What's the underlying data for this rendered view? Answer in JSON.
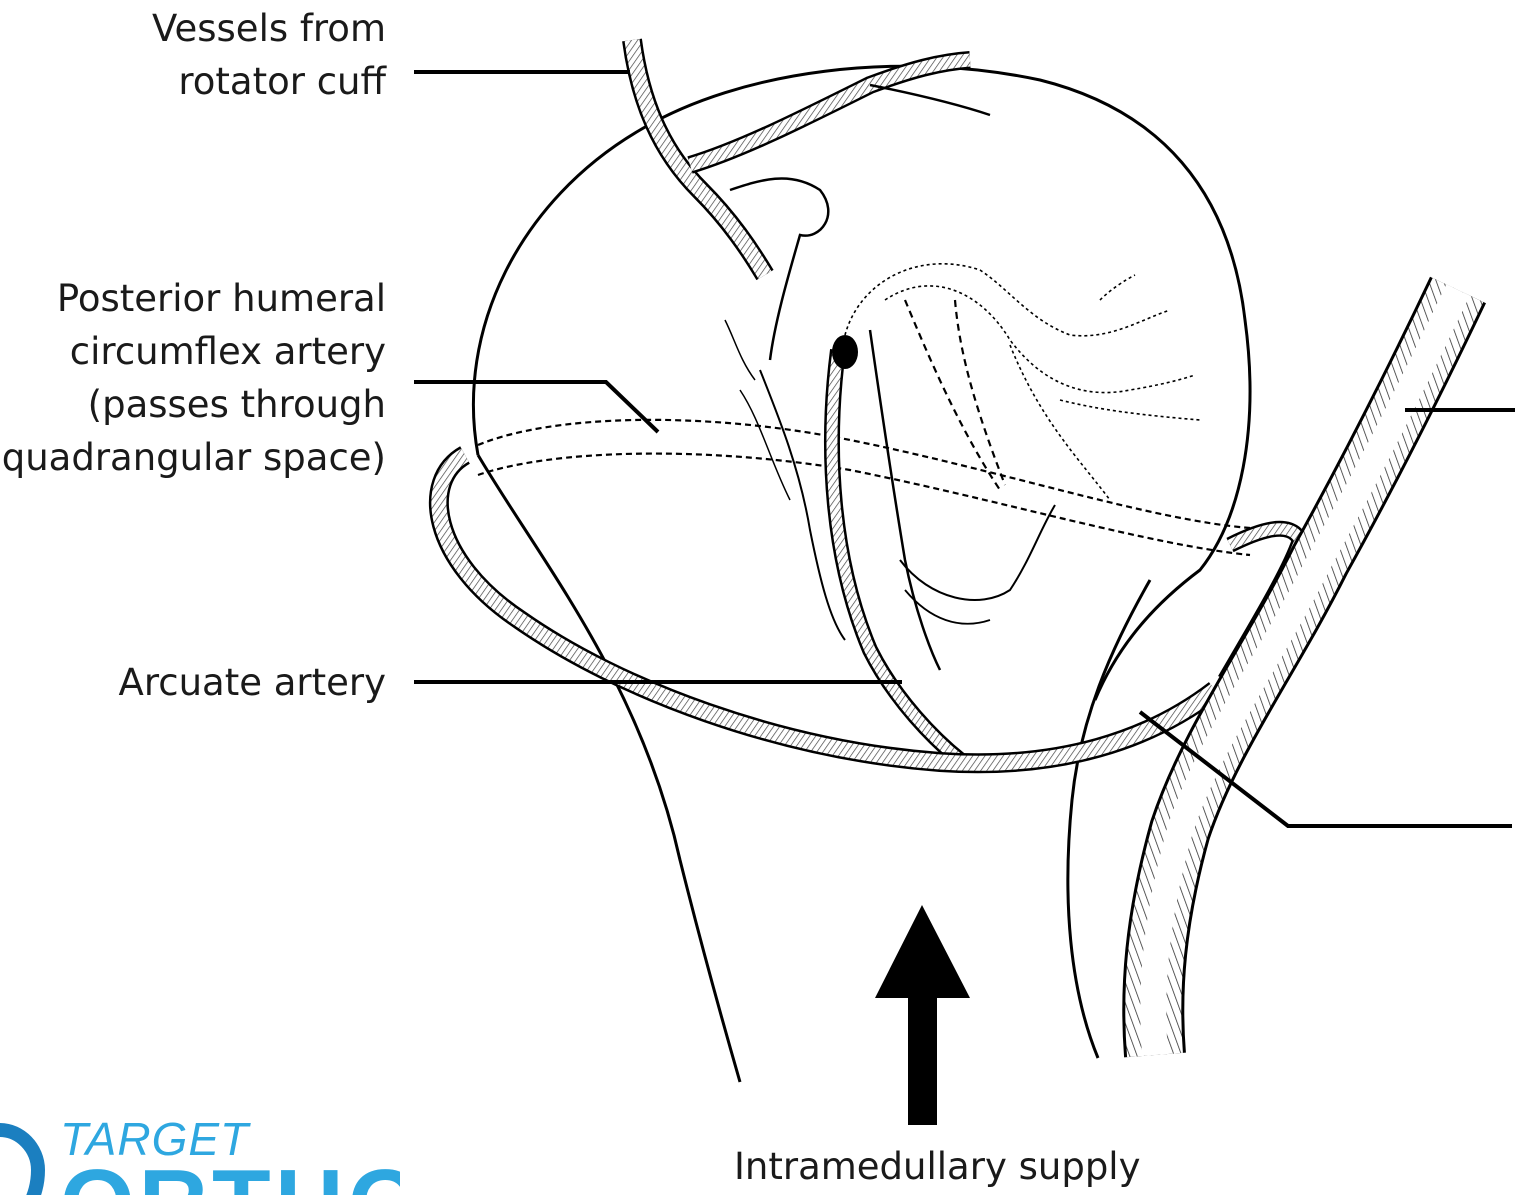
{
  "labels": {
    "vessels_rotator_cuff": "Vessels from\nrotator cuff",
    "posterior_humeral": "Posterior humeral\ncircumflex artery\n(passes through\nquadrangular space)",
    "arcuate_artery": "Arcuate artery",
    "intramedullary_supply": "Intramedullary supply"
  },
  "logo": {
    "top_text": "TARGET",
    "bottom_text": "ORTHO",
    "color": "#2ea7e0"
  },
  "colors": {
    "line": "#000000",
    "vessel_fill": "#e6e6e6",
    "background": "#ffffff"
  }
}
